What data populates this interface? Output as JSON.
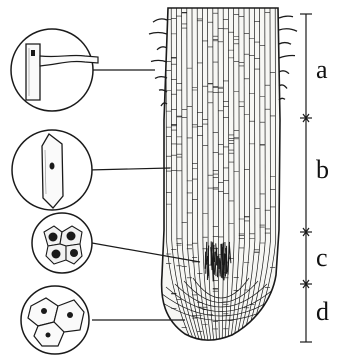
{
  "diagram": {
    "zones": [
      {
        "letter": "a"
      },
      {
        "letter": "b"
      },
      {
        "letter": "c"
      },
      {
        "letter": "d"
      }
    ],
    "insets": [
      {
        "icon": "root-hair-cell-icon"
      },
      {
        "icon": "elongated-cell-icon"
      },
      {
        "icon": "meristem-cells-icon"
      },
      {
        "icon": "root-cap-cells-icon"
      }
    ],
    "colors": {
      "ink": "#1a1a1a",
      "paper": "#ffffff"
    }
  }
}
